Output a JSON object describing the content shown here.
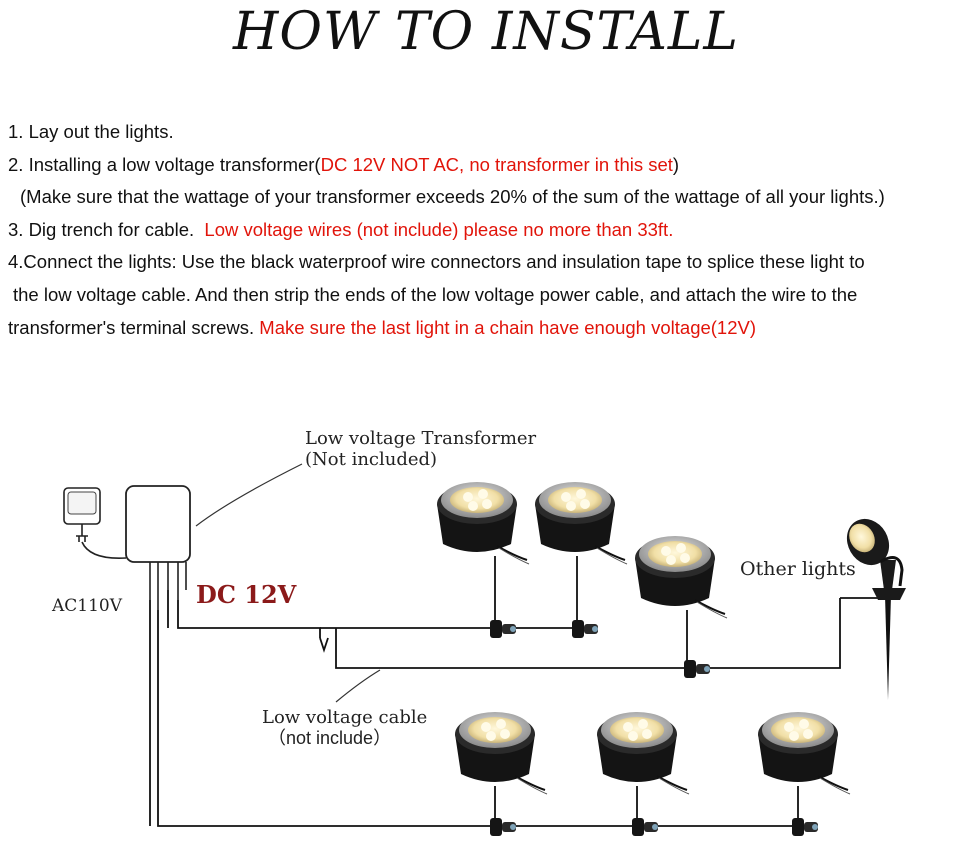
{
  "title": "HOW TO INSTALL",
  "steps": {
    "s1": "1. Lay out the lights.",
    "s2_prefix": "2. Installing a low voltage transformer(",
    "s2_red": "DC 12V NOT AC, no transformer in this set",
    "s2_suffix": ")",
    "s2_note": "(Make sure that the wattage of your transformer exceeds 20% of the sum of the wattage of all your lights.)",
    "s3_prefix": "3. Dig trench for cable.  ",
    "s3_red": "Low voltage wires (not include) please no more than 33ft.",
    "s4_line1": "4.Connect the lights: Use the black waterproof wire connectors and insulation tape to splice these light to",
    "s4_line2": "the low voltage cable. And then strip the ends of the low voltage power cable, and attach the wire to the",
    "s4_line3_prefix": "transformer's terminal screws. ",
    "s4_line3_red": "Make sure the last light in a chain have enough voltage(12V)"
  },
  "diagram": {
    "transformer_label_1": "Low voltage Transformer",
    "transformer_label_2": "(Not included)",
    "ac_label": "AC110V",
    "dc_label": "DC 12V",
    "other_lights_label": "Other lights",
    "cable_label_1": "Low voltage cable",
    "cable_label_2": "（not include）",
    "colors": {
      "dc_label": "#8b1a1a",
      "wire": "#111111",
      "light_body": "#1a1a1a",
      "light_ring": "#b8b8b8",
      "led": "#f4e6b4"
    }
  }
}
